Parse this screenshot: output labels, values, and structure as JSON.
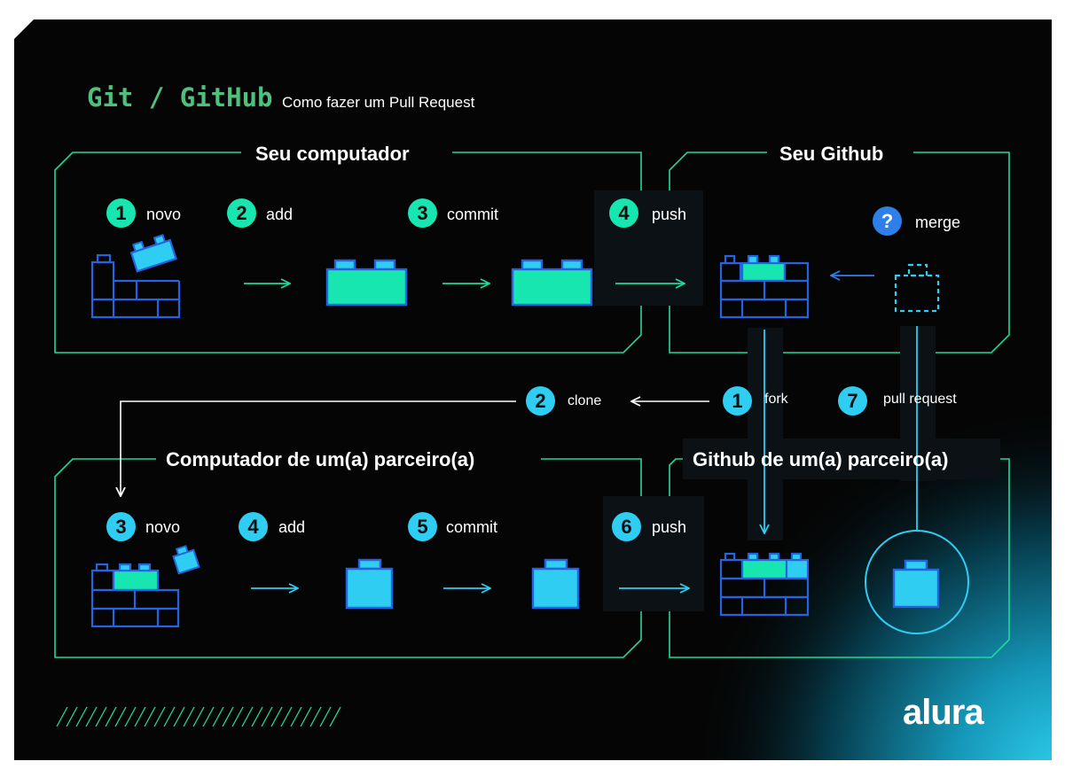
{
  "header": {
    "title": "Git / GitHub",
    "subtitle": "Como fazer um Pull Request"
  },
  "panels": {
    "your_computer": "Seu computador",
    "your_github": "Seu Github",
    "partner_computer": "Computador de um(a) parceiro(a)",
    "partner_github": "Github de um(a) parceiro(a)"
  },
  "top_steps": [
    {
      "num": "1",
      "label": "novo"
    },
    {
      "num": "2",
      "label": "add"
    },
    {
      "num": "3",
      "label": "commit"
    },
    {
      "num": "4",
      "label": "push"
    }
  ],
  "merge_step": {
    "num": "?",
    "label": "merge"
  },
  "middle_steps": [
    {
      "num": "2",
      "label": "clone"
    },
    {
      "num": "1",
      "label": "fork"
    },
    {
      "num": "7",
      "label": "pull request"
    }
  ],
  "bottom_steps": [
    {
      "num": "3",
      "label": "novo"
    },
    {
      "num": "4",
      "label": "add"
    },
    {
      "num": "5",
      "label": "commit"
    },
    {
      "num": "6",
      "label": "push"
    }
  ],
  "brand": "alura",
  "colors": {
    "background": "#050505",
    "frame_green": "#1fd99a",
    "brick_blue": "#2563e0",
    "accent_green": "#18e6b0",
    "accent_cyan": "#2fcdf2",
    "title_green": "#4fc07d"
  }
}
